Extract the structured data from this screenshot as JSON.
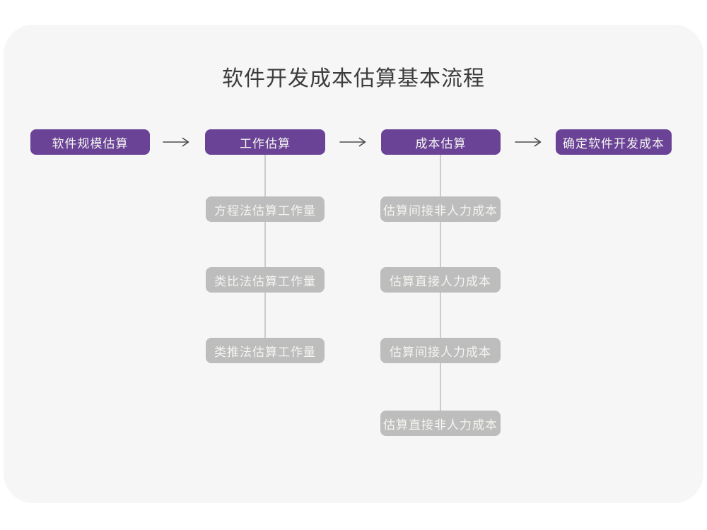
{
  "title": "软件开发成本估算基本流程",
  "colors": {
    "page_bg": "#ffffff",
    "card_bg": "#f6f6f6",
    "step_purple": "#6a4397",
    "substep_gray": "#bdbdbd",
    "box_text": "#f5f4f0",
    "title_text": "#3c3c3c",
    "arrow": "#4b4b4b",
    "connector": "#cccccc"
  },
  "flow": {
    "main_steps": [
      {
        "label": "软件规模估算"
      },
      {
        "label": "工作估算"
      },
      {
        "label": "成本估算"
      },
      {
        "label": "确定软件开发成本"
      }
    ],
    "work_methods": [
      {
        "label": "方程法估算工作量"
      },
      {
        "label": "类比法估算工作量"
      },
      {
        "label": "类推法估算工作量"
      }
    ],
    "cost_steps": [
      {
        "label": "估算间接非人力成本"
      },
      {
        "label": "估算直接人力成本"
      },
      {
        "label": "估算间接人力成本"
      },
      {
        "label": "估算直接非人力成本"
      }
    ]
  }
}
